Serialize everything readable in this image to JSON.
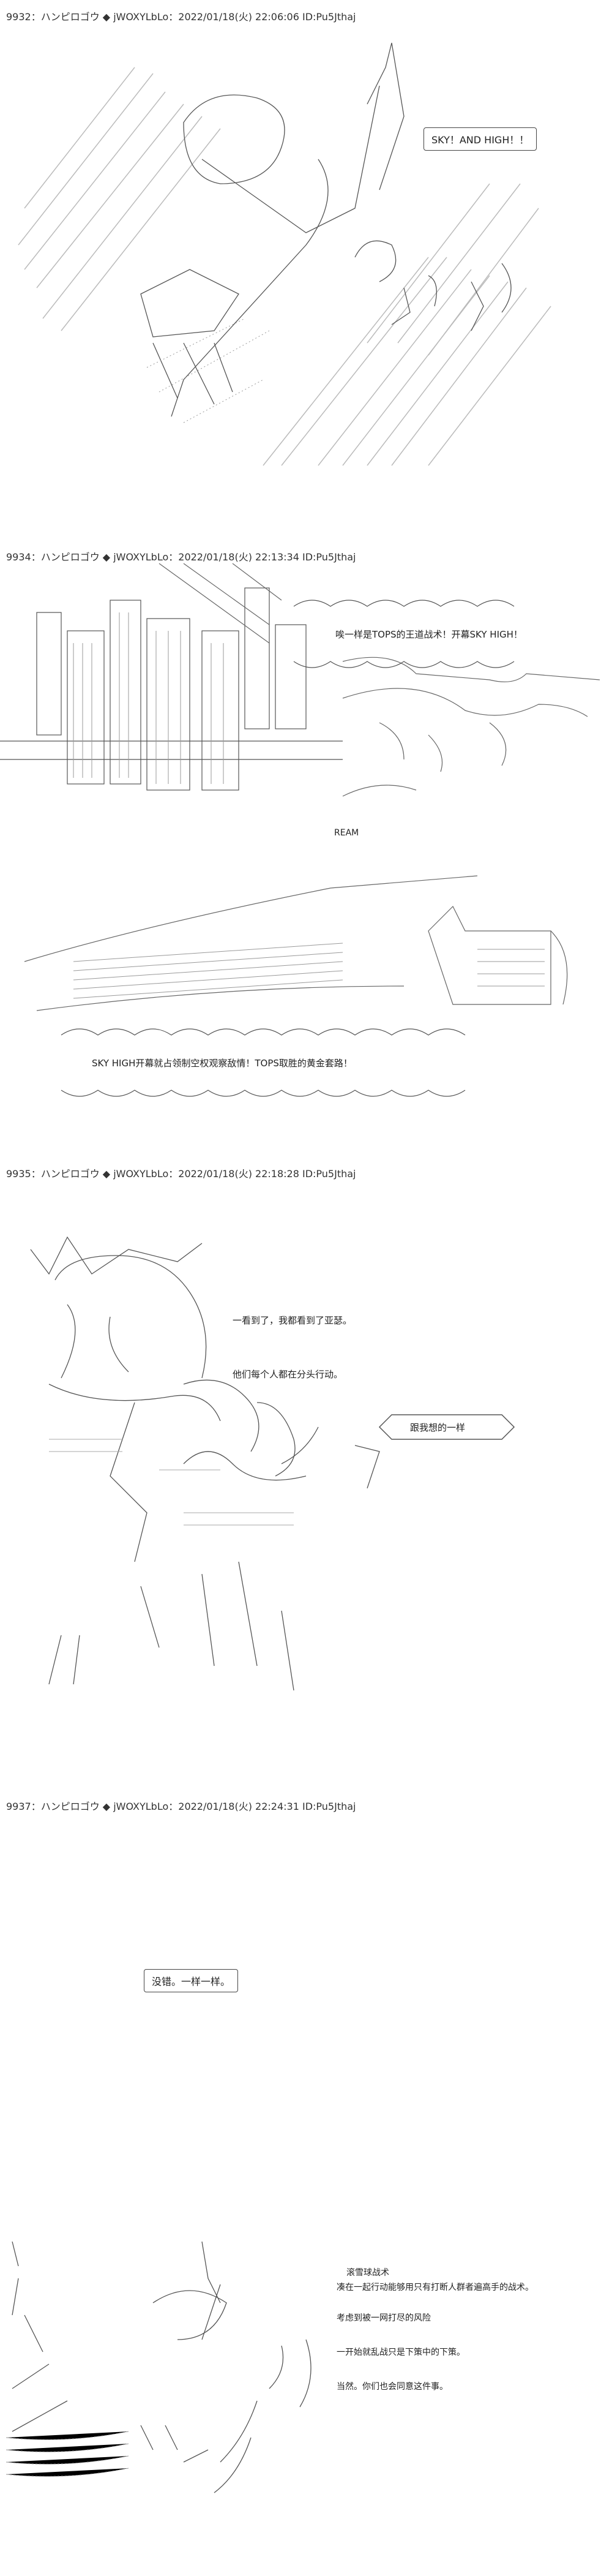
{
  "panels": [
    {
      "header": "9932：ハンピロゴウ ◆ jWOXYLbLo：2022/01/18(火) 22:06:06 ID:Pu5Jthaj",
      "bubble": "SKY！AND HIGH！！"
    },
    {
      "header": "9934：ハンピロゴウ ◆ jWOXYLbLo：2022/01/18(火) 22:13:34 ID:Pu5Jthaj",
      "top_caption": "唉一样是TOPS的王道战术！开幕SKY HIGH！",
      "art_text": "REAM",
      "bottom_caption": "SKY HIGH开幕就占领制空权观察敌情！TOPS取胜的黄金套路！"
    },
    {
      "header": "9935：ハンピロゴウ ◆ jWOXYLbLo：2022/01/18(火) 22:18:28 ID:Pu5Jthaj",
      "line1": "一看到了，我都看到了亚瑟。",
      "line2": "他们每个人都在分头行动。",
      "bubble": "跟我想的一样"
    },
    {
      "header": "9937：ハンピロゴウ ◆ jWOXYLbLo：2022/01/18(火) 22:24:31 ID:Pu5Jthaj",
      "bubble": "没错。一样一样。",
      "lines": [
        "滚雪球战术",
        "凑在一起行动能够用只有打断人群者遍高手的战术。",
        "考虑到被一网打尽的风险",
        "一开始就乱战只是下策中的下策。",
        "当然。你们也会同意这件事。"
      ]
    }
  ]
}
